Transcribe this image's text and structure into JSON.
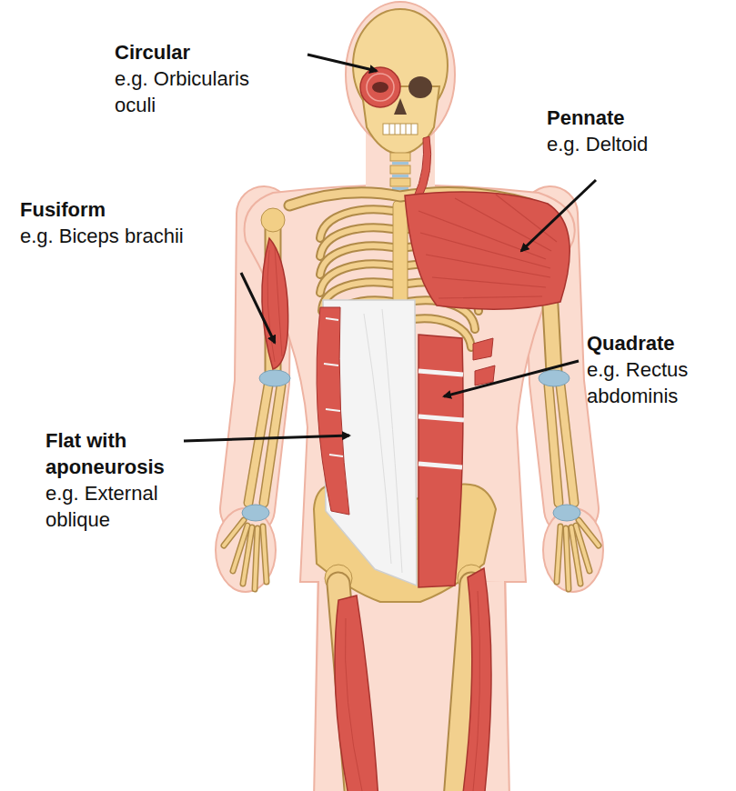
{
  "diagram": {
    "labels": [
      "Circular",
      "e.g. Orbicularis oculi",
      "Pennate",
      "e.g. Deltoid",
      "Fusiform",
      "e.g. Biceps brachii",
      "Quadrate",
      "e.g. Rectus abdominis",
      "Flat with aponeurosis",
      "e.g. External oblique"
    ]
  }
}
